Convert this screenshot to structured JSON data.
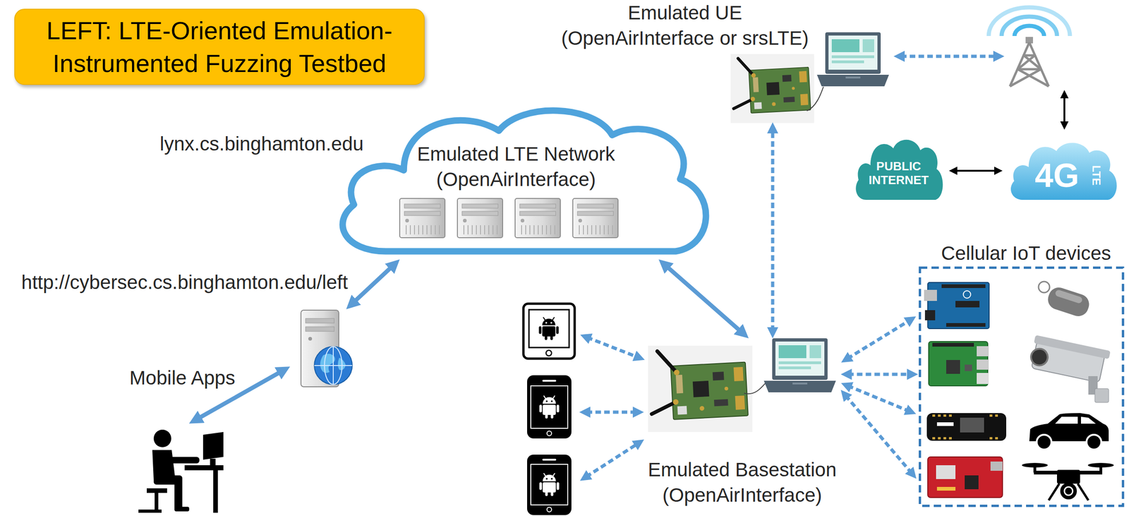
{
  "diagram": {
    "title": "LEFT: LTE-Oriented Emulation-Instrumented Fuzzing Testbed",
    "nodes": [
      {
        "text": [
          "Emulated LTE Network (OpenAirInterface)"
        ]
      },
      {
        "text": [
          "http://cybersec.cs.binghamton.edu/left"
        ]
      },
      {
        "text": [
          "Emulated UE (OpenAirInterface or srsLTE)"
        ]
      },
      {
        "text": [
          "Emulated Basestation (OpenAirInterface)"
        ]
      },
      {
        "text": [
          "Cellular IoT devices"
        ]
      },
      {
        "text": [
          "PUBLIC INTERNET"
        ]
      },
      {
        "text": [
          "4G",
          "LTE"
        ]
      }
    ],
    "edges": [
      {
        "from": 1,
        "to": 0,
        "arrow": "both"
      },
      {
        "from": 0,
        "to": 3,
        "arrow": "both"
      },
      {
        "from": 3,
        "to": 2,
        "arrow": "both"
      },
      {
        "from": 3,
        "to": 4,
        "arrow": "both"
      },
      {
        "from": 5,
        "to": 6,
        "arrow": "both"
      }
    ],
    "labels": [
      "lynx.cs.binghamton.edu",
      "Mobile Apps"
    ]
  }
}
